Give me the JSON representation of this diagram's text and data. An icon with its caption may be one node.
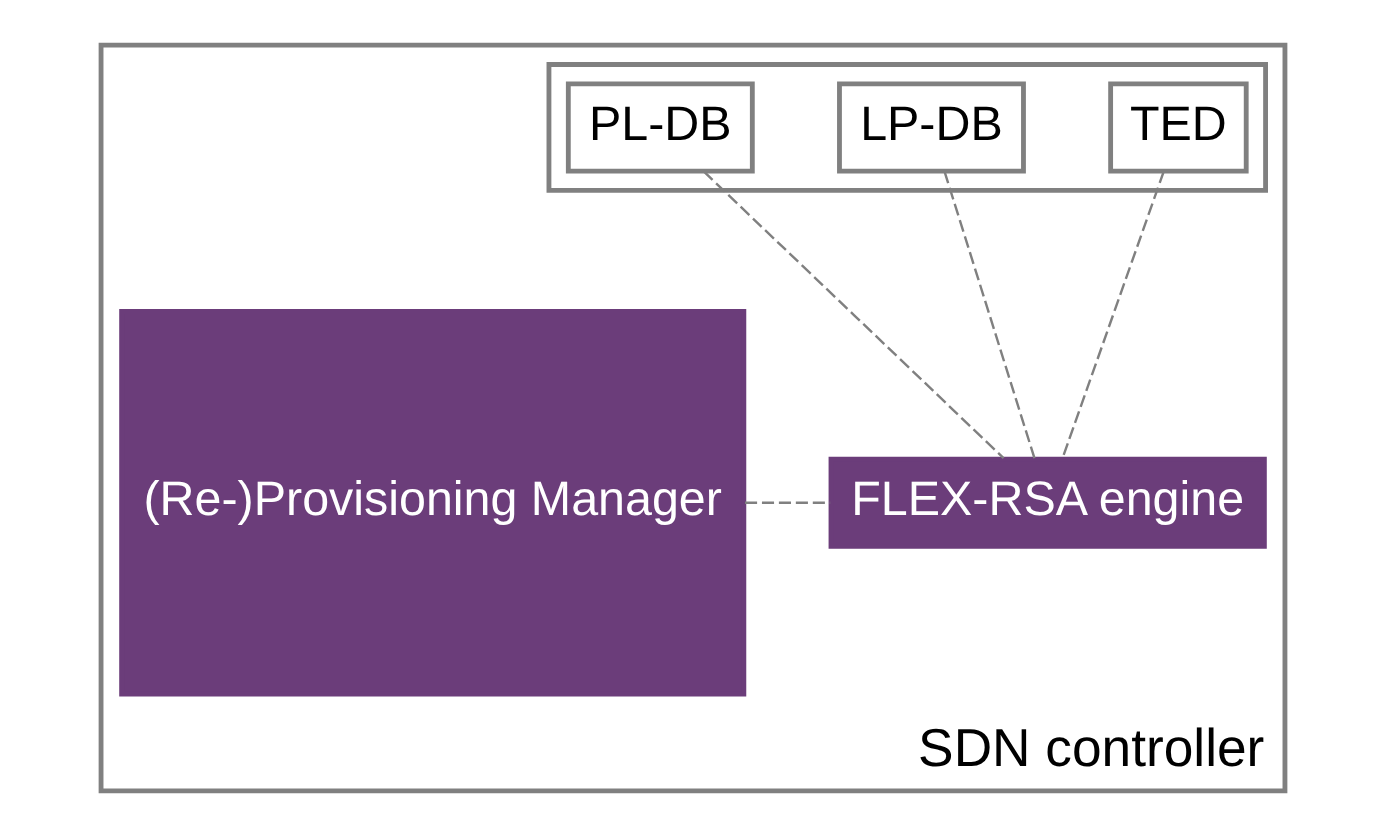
{
  "diagram": {
    "nodes": [
      {
        "text": [
          "SDN controller"
        ]
      },
      {
        "text": [],
        "shape": "box",
        "in": 0
      },
      {
        "text": [
          "TED"
        ],
        "in": 1
      },
      {
        "text": [
          "LP-DB"
        ],
        "in": 1
      },
      {
        "text": [
          "PL-DB"
        ],
        "in": 1
      },
      {
        "text": [
          "(Re-)Provisioning Manager"
        ],
        "in": 0
      },
      {
        "text": [
          "FLEX-RSA engine"
        ],
        "in": 0
      }
    ],
    "edges": [
      {
        "from": 2,
        "to": 6,
        "arrow": "none",
        "style": "dashed"
      },
      {
        "from": 3,
        "to": 6,
        "arrow": "none",
        "style": "dashed"
      },
      {
        "from": 4,
        "to": 6,
        "arrow": "none",
        "style": "dashed"
      },
      {
        "from": 5,
        "to": 6,
        "arrow": "none",
        "style": "dashed"
      }
    ]
  }
}
